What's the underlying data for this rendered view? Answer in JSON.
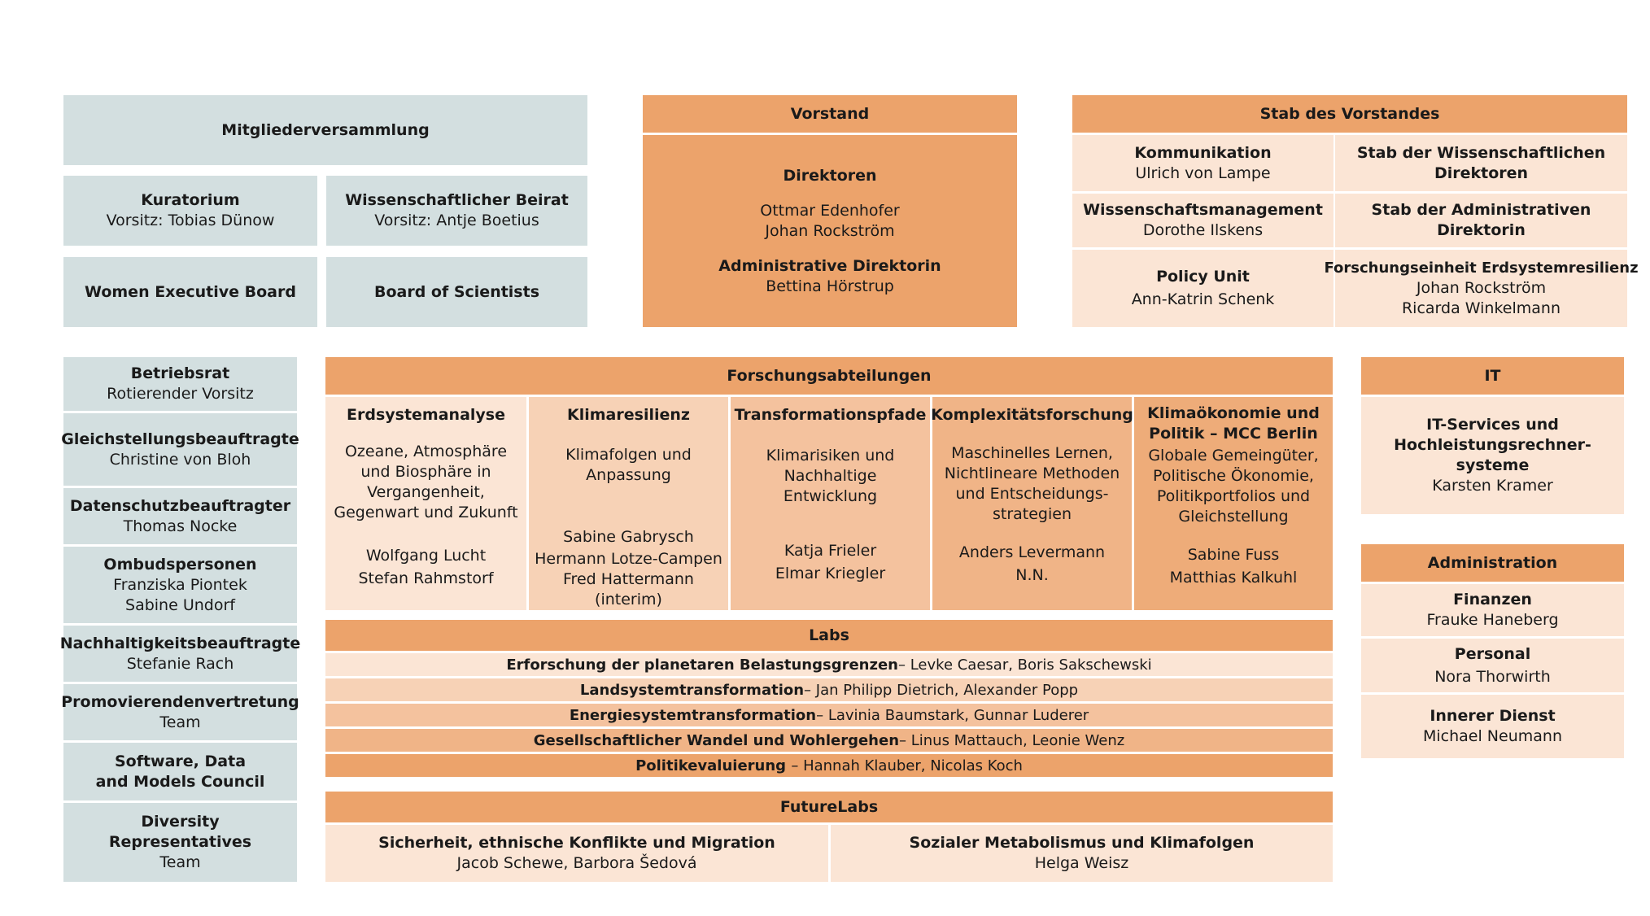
{
  "top_left": {
    "mitglieder": "Mitgliederversammlung",
    "kuratorium": {
      "title": "Kuratorium",
      "sub": "Vorsitz: Tobias Dünow"
    },
    "beirat": {
      "title": "Wissenschaftlicher Beirat",
      "sub": "Vorsitz: Antje Boetius"
    },
    "women": "Women Executive Board",
    "scientists": "Board of Scientists"
  },
  "vorstand": {
    "header": "Vorstand",
    "direktoren": "Direktoren",
    "dir1": "Ottmar Edenhofer",
    "dir2": "Johan Rockström",
    "admin_title": "Administrative Direktorin",
    "admin_name": "Bettina Hörstrup"
  },
  "stab": {
    "header": "Stab des Vorstandes",
    "kommunikation": {
      "title": "Kommunikation",
      "name": "Ulrich von Lampe"
    },
    "stab_wiss": {
      "line1": "Stab der Wissenschaftlichen",
      "line2": "Direktoren"
    },
    "wissman": {
      "title": "Wissenschaftsmanagement",
      "name": "Dorothe Ilskens"
    },
    "stab_admin": {
      "line1": "Stab der Administrativen",
      "line2": "Direktorin"
    },
    "policy": {
      "title": "Policy Unit",
      "name": "Ann-Katrin Schenk"
    },
    "resilienz": {
      "title": "Forschungseinheit Erdsystemresilienz",
      "name1": "Johan Rockström",
      "name2": "Ricarda Winkelmann"
    }
  },
  "left_column": [
    {
      "title": "Betriebsrat",
      "lines": [
        "Rotierender Vorsitz"
      ]
    },
    {
      "title": "Gleichstellungsbeauftragte",
      "lines": [
        "Christine von Bloh"
      ]
    },
    {
      "title": "Datenschutzbeauftragter",
      "lines": [
        "Thomas Nocke"
      ]
    },
    {
      "title": "Ombudspersonen",
      "lines": [
        "Franziska Piontek",
        "Sabine Undorf"
      ]
    },
    {
      "title": "Nachhaltigkeitsbeauftragte",
      "lines": [
        "Stefanie Rach"
      ]
    },
    {
      "title": "Promovierendenvertretung",
      "lines": [
        "Team"
      ]
    },
    {
      "title": "Software, Data",
      "title2": "and Models Council",
      "lines": []
    },
    {
      "title": "Diversity",
      "title2": "Representatives",
      "lines": [
        "Team"
      ]
    }
  ],
  "forschung": {
    "header": "Forschungsabteilungen",
    "departments": [
      {
        "title": "Erdsystemanalyse",
        "title2": "",
        "desc": [
          "Ozeane, Atmosphäre",
          "und Biosphäre in",
          "Vergangenheit,",
          "Gegenwart und Zukunft"
        ],
        "people": [
          "Wolfgang Lucht",
          "Stefan Rahmstorf"
        ]
      },
      {
        "title": "Klimaresilienz",
        "title2": "",
        "desc": [
          "Klimafolgen und",
          "Anpassung"
        ],
        "people": [
          "Sabine Gabrysch",
          "Hermann Lotze-Campen",
          "Fred Hattermann (interim)"
        ]
      },
      {
        "title": "Transformationspfade",
        "title2": "",
        "desc": [
          "Klimarisiken und",
          "Nachhaltige",
          "Entwicklung"
        ],
        "people": [
          "Katja Frieler",
          "Elmar Kriegler"
        ]
      },
      {
        "title": "Komplexitätsforschung",
        "title2": "",
        "desc": [
          "Maschinelles Lernen,",
          "Nichtlineare Methoden",
          "und Entscheidungs-",
          "strategien"
        ],
        "people": [
          "Anders Levermann",
          "N.N."
        ]
      },
      {
        "title": "Klimaökonomie und",
        "title2": "Politik – MCC Berlin",
        "desc": [
          "Globale Gemeingüter,",
          "Politische Ökonomie,",
          "Politikportfolios und",
          "Gleichstellung"
        ],
        "people": [
          "Sabine Fuss",
          "Matthias Kalkuhl"
        ]
      }
    ]
  },
  "labs": {
    "header": "Labs",
    "items": [
      {
        "title": "Erforschung der planetaren Belastungsgrenzen",
        "people": " – Levke Caesar, Boris Sakschewski"
      },
      {
        "title": "Landsystemtransformation",
        "people": " – Jan Philipp Dietrich, Alexander Popp"
      },
      {
        "title": "Energiesystemtransformation",
        "people": " – Lavinia Baumstark, Gunnar Luderer"
      },
      {
        "title": "Gesellschaftlicher Wandel und Wohlergehen",
        "people": " – Linus Mattauch, Leonie Wenz"
      },
      {
        "title": "Politikevaluierung ",
        "people": " – Hannah Klauber, Nicolas Koch"
      }
    ]
  },
  "futurelabs": {
    "header": "FutureLabs",
    "items": [
      {
        "title": "Sicherheit, ethnische Konflikte und Migration",
        "people": "Jacob Schewe, Barbora Šedová"
      },
      {
        "title": "Sozialer Metabolismus und Klimafolgen",
        "people": "Helga Weisz"
      }
    ]
  },
  "it": {
    "header": "IT",
    "line1": "IT-Services und",
    "line2": "Hochleistungsrechner-",
    "line3": "systeme",
    "name": "Karsten Kramer"
  },
  "administration": {
    "header": "Administration",
    "items": [
      {
        "title": "Finanzen",
        "name": "Frauke Haneberg"
      },
      {
        "title": "Personal",
        "name": "Nora Thorwirth"
      },
      {
        "title": "Innerer Dienst",
        "name": "Michael Neumann"
      }
    ]
  },
  "colors": {
    "gray": "#d3dfe0",
    "orange": "#eca36b",
    "peach_light": "#fbe5d5",
    "peach_mid": "#f7d2b6",
    "peach_dark": "#f4c29e"
  }
}
